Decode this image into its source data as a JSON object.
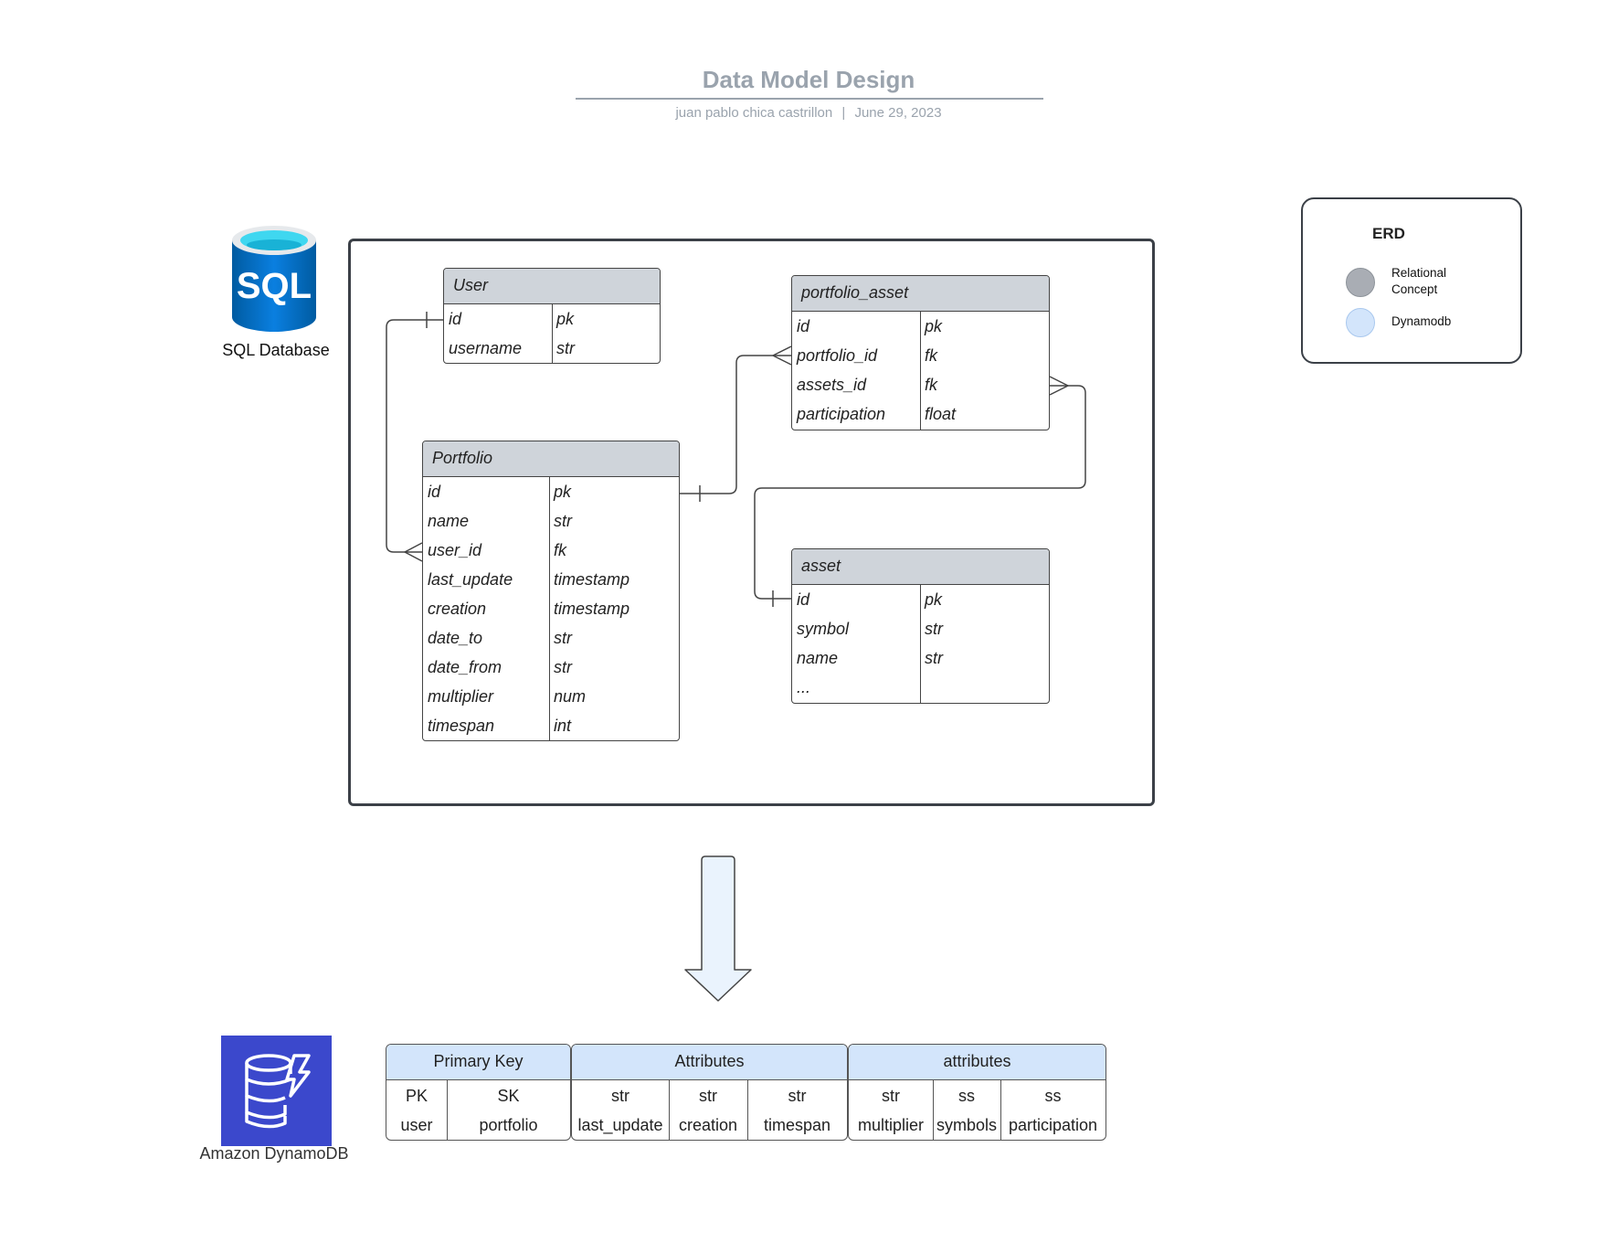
{
  "header": {
    "title": "Data Model Design",
    "author": "juan pablo chica castrillon",
    "separator": "|",
    "date": "June 29, 2023"
  },
  "sql_icon": {
    "icon": "sql-database-icon",
    "text": "SQL",
    "label": "SQL Database",
    "color": "#0078d4"
  },
  "dynamo_icon": {
    "icon": "dynamodb-icon",
    "label": "Amazon DynamoDB",
    "color": "#3b48cc"
  },
  "entities": {
    "user": {
      "name": "User",
      "rows": [
        [
          "id",
          "pk"
        ],
        [
          "username",
          "str"
        ]
      ]
    },
    "portfolio": {
      "name": "Portfolio",
      "rows": [
        [
          "id",
          "pk"
        ],
        [
          "name",
          "str"
        ],
        [
          "user_id",
          "fk"
        ],
        [
          "last_update",
          "timestamp"
        ],
        [
          "creation",
          "timestamp"
        ],
        [
          "date_to",
          "str"
        ],
        [
          "date_from",
          "str"
        ],
        [
          "multiplier",
          "num"
        ],
        [
          "timespan",
          "int"
        ]
      ]
    },
    "portfolio_asset": {
      "name": "portfolio_asset",
      "rows": [
        [
          "id",
          "pk"
        ],
        [
          "portfolio_id",
          "fk"
        ],
        [
          "assets_id",
          "fk"
        ],
        [
          "participation",
          "float"
        ]
      ]
    },
    "asset": {
      "name": "asset",
      "rows": [
        [
          "id",
          "pk"
        ],
        [
          "symbol",
          "str"
        ],
        [
          "name",
          "str"
        ],
        [
          "...",
          ""
        ]
      ]
    }
  },
  "legend": {
    "title": "ERD",
    "items": [
      {
        "label_line1": "Relational",
        "label_line2": "Concept",
        "color": "#a9adb4"
      },
      {
        "label_line1": "Dynamodb",
        "label_line2": "",
        "color": "#d3e5fb"
      }
    ]
  },
  "dynamo_tables": [
    {
      "header": "Primary Key",
      "columns": [
        {
          "type": "PK",
          "name": "user"
        },
        {
          "type": "SK",
          "name": "portfolio"
        }
      ]
    },
    {
      "header": "Attributes",
      "columns": [
        {
          "type": "str",
          "name": "last_update"
        },
        {
          "type": "str",
          "name": "creation"
        },
        {
          "type": "str",
          "name": "timespan"
        }
      ]
    },
    {
      "header": "attributes",
      "columns": [
        {
          "type": "str",
          "name": "multiplier"
        },
        {
          "type": "ss",
          "name": "symbols"
        },
        {
          "type": "ss",
          "name": "participation"
        }
      ]
    }
  ],
  "colors": {
    "entity_header": "#cfd4da",
    "dynamo_header": "#d3e5fb",
    "arrow_fill": "#eaf3fd",
    "title_gray": "#9aa3ad"
  }
}
